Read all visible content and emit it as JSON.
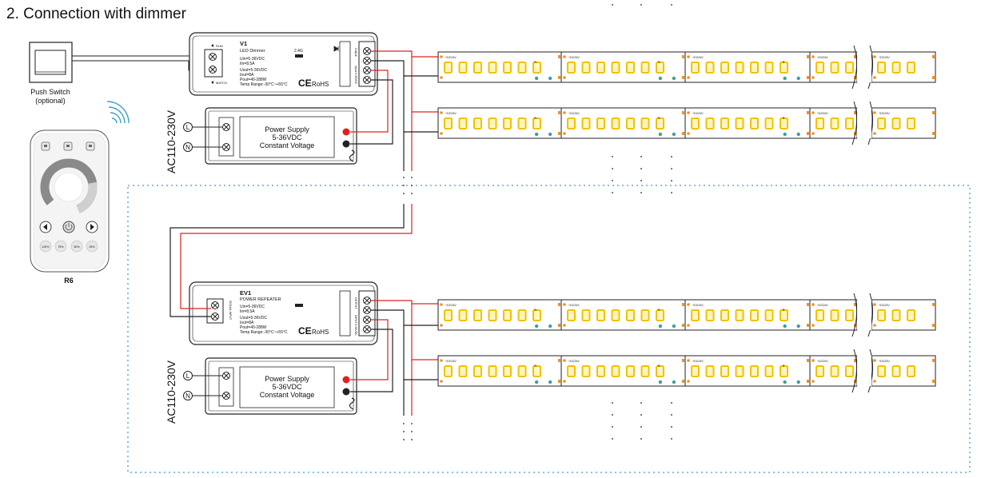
{
  "title": "2. Connection with dimmer",
  "push_switch": {
    "line1": "Push Switch",
    "line2": "(optional)"
  },
  "remote": {
    "label": "R6",
    "presets": [
      "100%",
      "75%",
      "50%",
      "25%"
    ]
  },
  "ac_label": "AC110-230V",
  "phase_labels": {
    "live": "L",
    "neutral": "N"
  },
  "power_supply": {
    "line1": "Power Supply",
    "line2": "5-36VDC",
    "line3": "Constant Voltage"
  },
  "dimmer": {
    "model": "V1",
    "name": "LED Dimmer",
    "spec1": "Uin=5-36VDC",
    "spec2": "Iin=8.5A",
    "spec3": "Uout=5-36VDC",
    "spec4": "Iout=8A",
    "spec5": "Pout=40-288W",
    "temp": "Temp Range:-30°C~+55°C",
    "run": "RUN",
    "match": "MATCH",
    "freq": "2.4G",
    "input_label": "Input 5-36VDC",
    "output_label": "Output"
  },
  "repeater": {
    "model": "EV1",
    "name": "POWER REPEATER",
    "spec1": "Uin=5-36VDC",
    "spec2": "Iin=8.5A",
    "spec3": "Uout=5-36VDC",
    "spec4": "Iout=8A",
    "spec5": "Pout=40-288W",
    "temp": "Temp Range:-30°C~+55°C",
    "input_label": "INPUT 5-36VDC",
    "output_label": "OUTPUT",
    "signal_label": "SIGNAL INPUT"
  },
  "certification": {
    "ce": "CE",
    "rohs": "RoHS"
  },
  "strip": {
    "voltage": "+DC24V",
    "resistor": "R"
  },
  "colors": {
    "wire_red": "#e02020",
    "wire_black": "#222222",
    "boundary": "#3ca0c8",
    "led": "#f2c000",
    "led_fill": "#fff6c2",
    "pad": "#f09020",
    "cap": "#3aa0a0"
  }
}
